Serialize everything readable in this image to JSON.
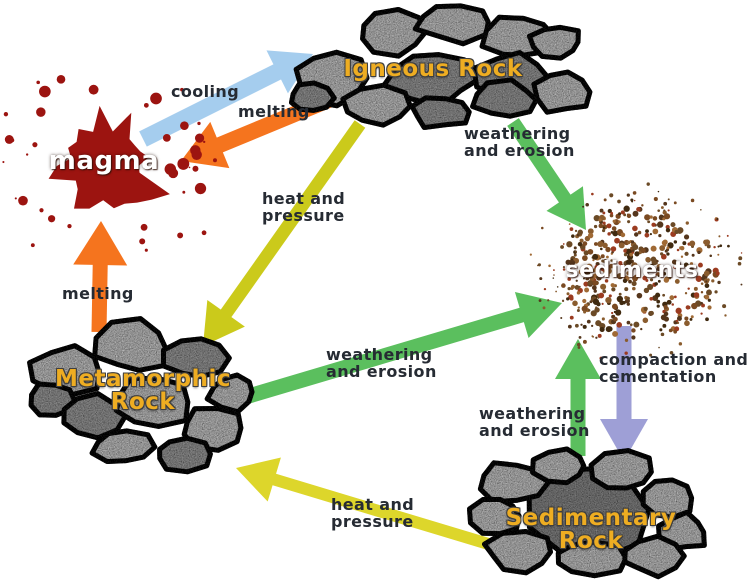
{
  "nodes": {
    "igneous": {
      "label": "Igneous Rock",
      "text_color": "#eead22"
    },
    "magma": {
      "label": "magma",
      "text_color": "#ffffff"
    },
    "sediments": {
      "label": "sediments",
      "text_color": "#ffffff"
    },
    "metamorphic": {
      "label": "Metamorphic\nRock",
      "text_color": "#eead22"
    },
    "sedimentary": {
      "label": "Sedimentary\nRock",
      "text_color": "#eead22"
    }
  },
  "processes": {
    "cooling": {
      "label": "cooling",
      "from": "magma",
      "to": "igneous",
      "color": "#a5cdee"
    },
    "melting_igneous": {
      "label": "melting",
      "from": "igneous",
      "to": "magma",
      "color": "#f5741e"
    },
    "melting_metamorphic": {
      "label": "melting",
      "from": "metamorphic",
      "to": "magma",
      "color": "#f5741e"
    },
    "heat_pressure_igneous": {
      "label": "heat and\npressure",
      "from": "igneous",
      "to": "metamorphic",
      "color": "#cbca1b"
    },
    "weathering_igneous": {
      "label": "weathering\nand erosion",
      "from": "igneous",
      "to": "sediments",
      "color": "#5bbf5e"
    },
    "weathering_metamorphic": {
      "label": "weathering\nand erosion",
      "from": "metamorphic",
      "to": "sediments",
      "color": "#5bbf5e"
    },
    "weathering_sedimentary": {
      "label": "weathering\nand erosion",
      "from": "sedimentary",
      "to": "sediments",
      "color": "#5bbf5e"
    },
    "compaction": {
      "label": "compaction and\ncementation",
      "from": "sediments",
      "to": "sedimentary",
      "color": "#9e9fd6"
    },
    "heat_pressure_sedimentary": {
      "label": "heat and\npressure",
      "from": "sedimentary",
      "to": "metamorphic",
      "color": "#ddd62b"
    }
  },
  "palette": {
    "background": "#ffffff",
    "rock_light": "#cfcfcf",
    "rock_mid": "#a2a2a2",
    "rock_dark": "#8f8f8f",
    "rock_outline": "#161616",
    "magma_red": "#9c1410",
    "sediment_browns": [
      "#6b4a26",
      "#8a5c2e",
      "#55361c",
      "#9b3b20",
      "#7a4a22",
      "#402a10",
      "#a06a35"
    ],
    "arrow_label_text": "#262b33",
    "node_gold": "#eead22"
  }
}
